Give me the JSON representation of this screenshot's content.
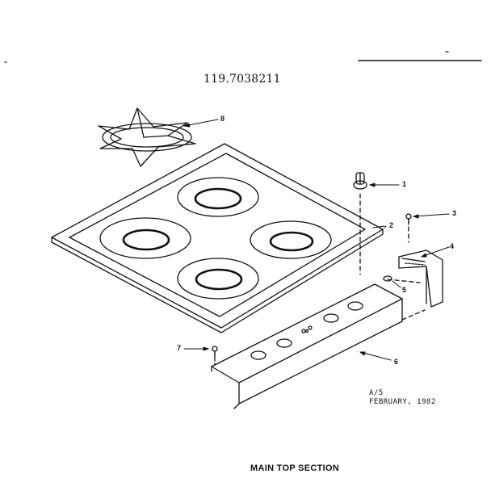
{
  "model_number": "119.7038211",
  "caption": "MAIN TOP SECTION",
  "note_line1": "A/5",
  "note_line2": "FEBRUARY, 1982",
  "callouts": [
    "1",
    "2",
    "3",
    "4",
    "5",
    "6",
    "7",
    "8"
  ]
}
